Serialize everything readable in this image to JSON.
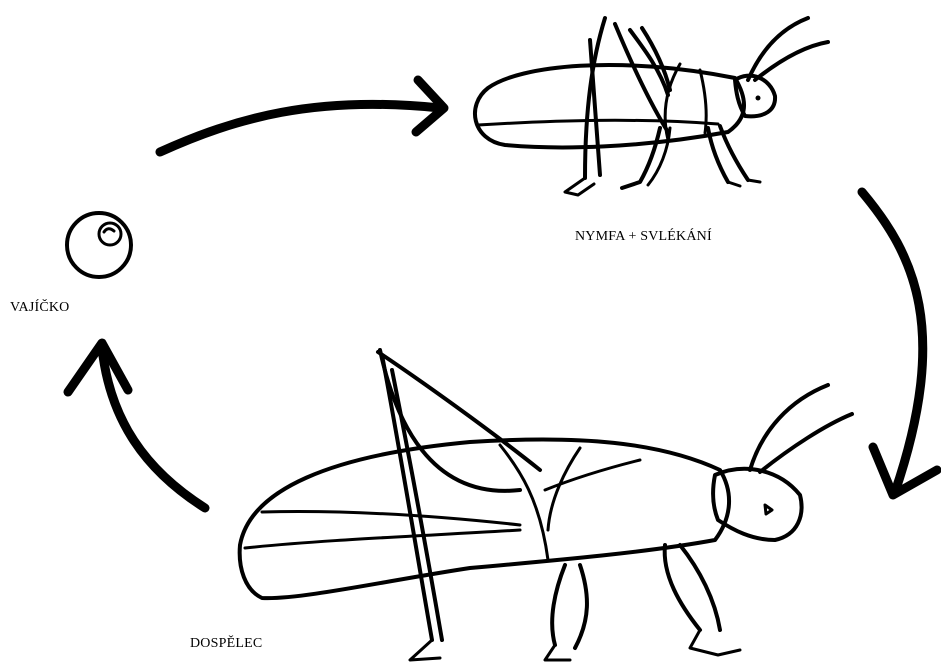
{
  "stages": {
    "egg": {
      "label": "VAJÍČKO",
      "icon": "egg-icon"
    },
    "nymph": {
      "label": "NYMFA + SVLÉKÁNÍ",
      "icon": "grasshopper-nymph-icon"
    },
    "adult": {
      "label": "DOSPĚLEC",
      "icon": "grasshopper-adult-icon"
    }
  },
  "colors": {
    "ink": "#000000",
    "background": "#ffffff"
  }
}
